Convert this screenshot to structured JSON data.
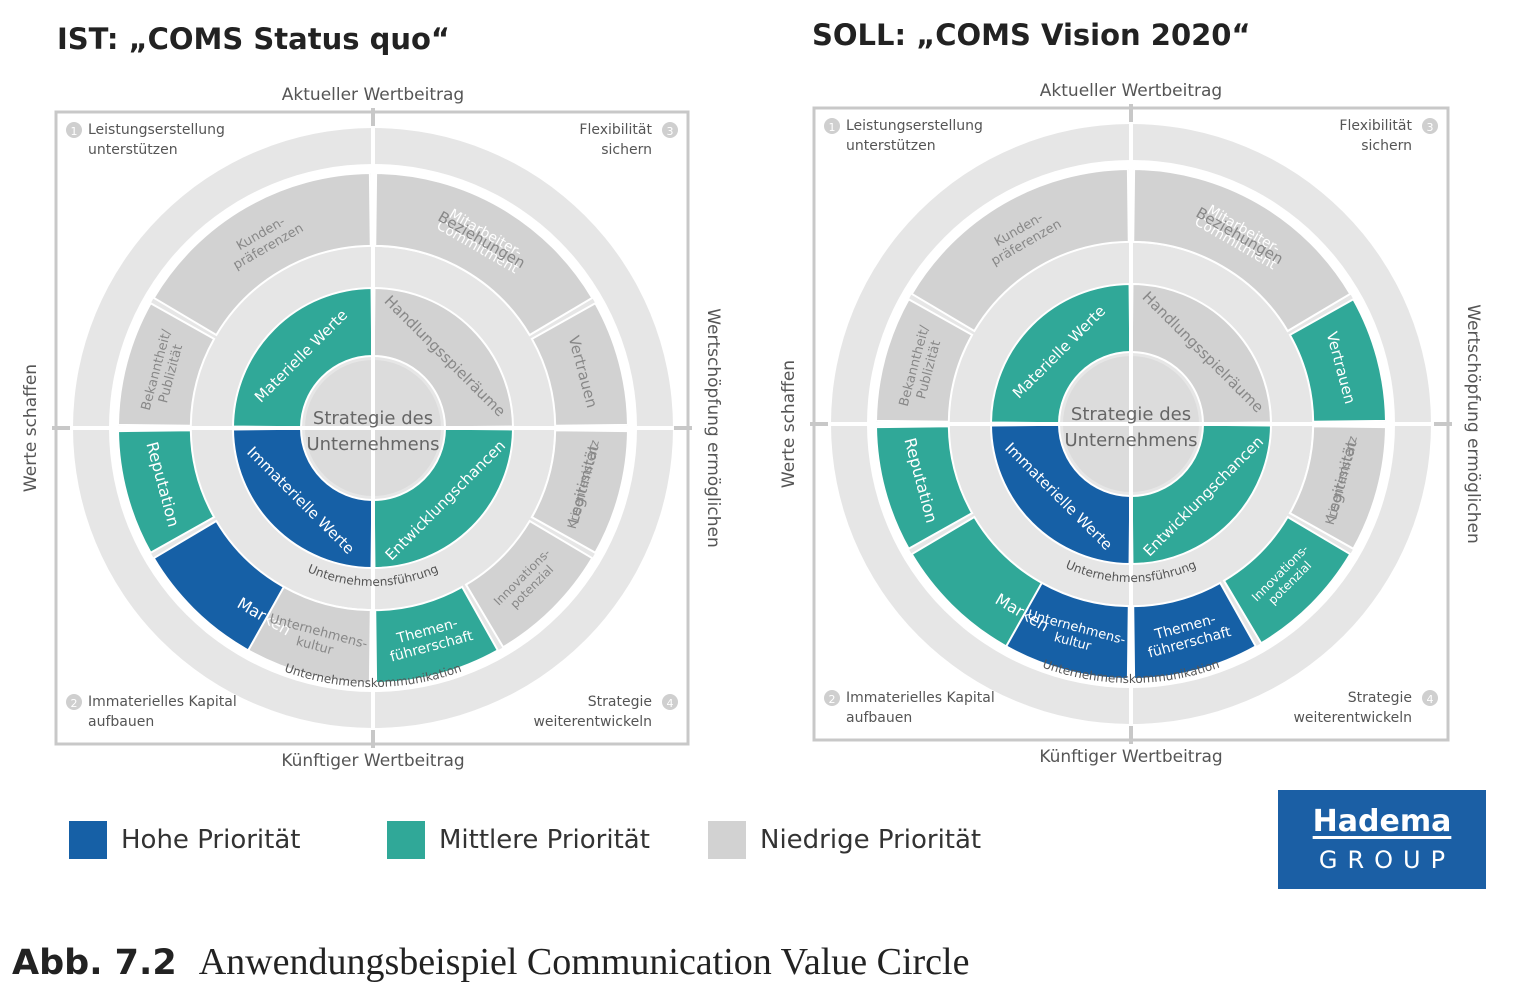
{
  "colors": {
    "high": "#1660a6",
    "mid": "#30a898",
    "low": "#d2d2d2",
    "light": "#e6e6e6",
    "frame": "#c8c8c8",
    "logo_bg": "#1b5fa5"
  },
  "diagrams": [
    {
      "title": "IST: „COMS Status quo“",
      "side_labels": {
        "top": "Aktueller Wertbeitrag",
        "bottom": "Künftiger Wertbeitrag",
        "left": "Werte schaffen",
        "right": "Wertschöpfung ermöglichen"
      },
      "quadrants": [
        {
          "number": "1",
          "line1": "Leistungserstellung",
          "line2": "unterstützen"
        },
        {
          "number": "3",
          "line1": "Flexibilität",
          "line2": "sichern"
        },
        {
          "number": "2",
          "line1": "Immaterielles Kapital",
          "line2": "aufbauen"
        },
        {
          "number": "4",
          "line1": "Strategie",
          "line2": "weiterentwickeln"
        }
      ],
      "center": {
        "line1": "Strategie des",
        "line2": "Unternehmens"
      },
      "ring_labels": {
        "inner": "Unternehmensführung",
        "outer": "Unternehmenskommunikation"
      },
      "inner_segments": [
        {
          "label": "Materielle Werte",
          "priority": "mid"
        },
        {
          "label": "Handlungsspielräume",
          "priority": "low"
        },
        {
          "label": "Entwicklungschancen",
          "priority": "mid"
        },
        {
          "label": "Immaterielle Werte",
          "priority": "high"
        }
      ],
      "outer_segments": [
        {
          "label": "Mitarbeiter-|Commitment",
          "priority": "mid"
        },
        {
          "label": "Kunden-|präferenzen",
          "priority": "low"
        },
        {
          "label": "Bekanntheit/|Publizität",
          "priority": "low"
        },
        {
          "label": "Beziehungen",
          "priority": "low"
        },
        {
          "label": "Vertrauen",
          "priority": "low"
        },
        {
          "label": "Legitimität",
          "priority": "low"
        },
        {
          "label": "Reputation",
          "priority": "mid"
        },
        {
          "label": "Marken",
          "priority": "high"
        },
        {
          "label": "Unternehmens-|kultur",
          "priority": "low"
        },
        {
          "label": "Krisenresistenz",
          "priority": "low"
        },
        {
          "label": "Innovations-|potenzial",
          "priority": "low"
        },
        {
          "label": "Themen-|führerschaft",
          "priority": "mid"
        }
      ]
    },
    {
      "title": "SOLL: „COMS Vision 2020“",
      "side_labels": {
        "top": "Aktueller Wertbeitrag",
        "bottom": "Künftiger Wertbeitrag",
        "left": "Werte schaffen",
        "right": "Wertschöpfung ermöglichen"
      },
      "quadrants": [
        {
          "number": "1",
          "line1": "Leistungserstellung",
          "line2": "unterstützen"
        },
        {
          "number": "3",
          "line1": "Flexibilität",
          "line2": "sichern"
        },
        {
          "number": "2",
          "line1": "Immaterielles Kapital",
          "line2": "aufbauen"
        },
        {
          "number": "4",
          "line1": "Strategie",
          "line2": "weiterentwickeln"
        }
      ],
      "center": {
        "line1": "Strategie des",
        "line2": "Unternehmens"
      },
      "ring_labels": {
        "inner": "Unternehmensführung",
        "outer": "Unternehmenskommunikation"
      },
      "inner_segments": [
        {
          "label": "Materielle Werte",
          "priority": "mid"
        },
        {
          "label": "Handlungsspielräume",
          "priority": "low"
        },
        {
          "label": "Entwicklungschancen",
          "priority": "mid"
        },
        {
          "label": "Immaterielle Werte",
          "priority": "high"
        }
      ],
      "outer_segments": [
        {
          "label": "Mitarbeiter-|Commitment",
          "priority": "high"
        },
        {
          "label": "Kunden-|präferenzen",
          "priority": "low"
        },
        {
          "label": "Bekanntheit/|Publizität",
          "priority": "low"
        },
        {
          "label": "Beziehungen",
          "priority": "low"
        },
        {
          "label": "Vertrauen",
          "priority": "mid"
        },
        {
          "label": "Legitimität",
          "priority": "low"
        },
        {
          "label": "Reputation",
          "priority": "mid"
        },
        {
          "label": "Marken",
          "priority": "mid"
        },
        {
          "label": "Unternehmens-|kultur",
          "priority": "high"
        },
        {
          "label": "Krisenresistenz",
          "priority": "low"
        },
        {
          "label": "Innovations-|potenzial",
          "priority": "mid"
        },
        {
          "label": "Themen-|führerschaft",
          "priority": "high"
        }
      ]
    }
  ],
  "legend": [
    {
      "label": "Hohe Priorität",
      "priority": "high"
    },
    {
      "label": "Mittlere Priorität",
      "priority": "mid"
    },
    {
      "label": "Niedrige Priorität",
      "priority": "low"
    }
  ],
  "logo": {
    "line1": "Hadema",
    "line2": "GROUP"
  },
  "caption": {
    "number": "Abb. 7.2",
    "text": "Anwendungsbeispiel Communication Value Circle"
  }
}
